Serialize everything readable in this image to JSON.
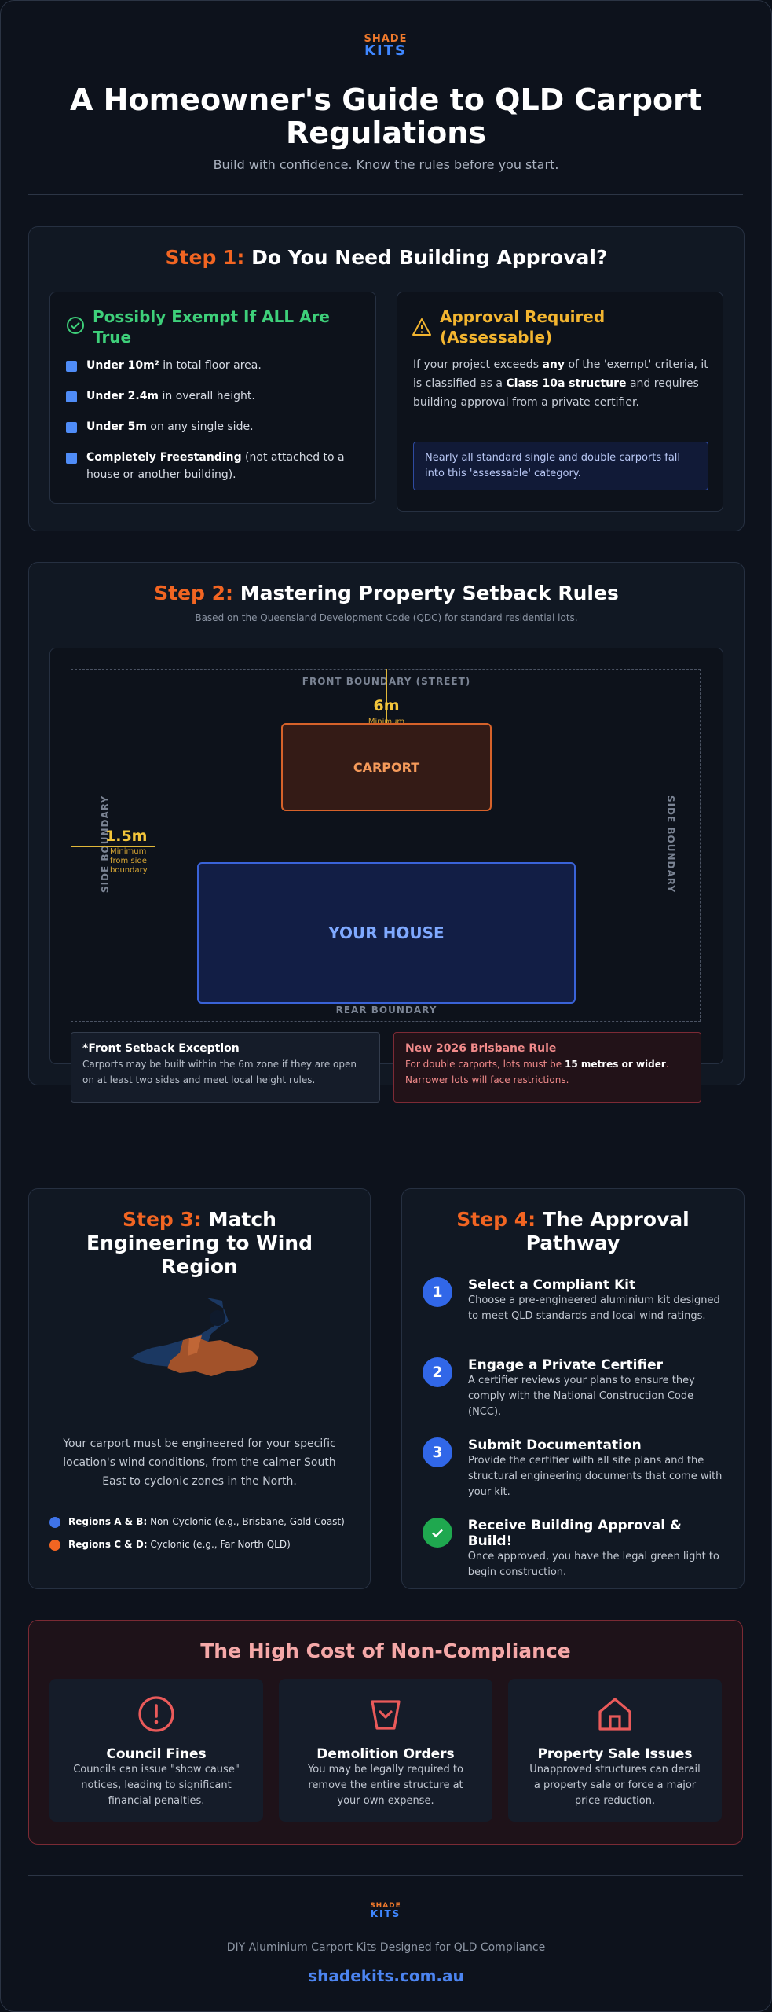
{
  "header": {
    "logo_top": "SHADE",
    "logo_bottom": "KITS",
    "title": "A Homeowner's Guide to QLD Carport Regulations",
    "subtitle": "Build with confidence. Know the rules before you start."
  },
  "step1": {
    "prefix": "Step 1:",
    "title": "Do You Need Building Approval?",
    "exempt": {
      "title": "Possibly Exempt If ALL Are True",
      "items": [
        {
          "bold": "Under 10m²",
          "rest": " in total floor area."
        },
        {
          "bold": "Under 2.4m",
          "rest": " in overall height."
        },
        {
          "bold": "Under 5m",
          "rest": " on any single side."
        },
        {
          "bold": "Completely Freestanding",
          "rest": " (not attached to a house or another building)."
        }
      ]
    },
    "approval": {
      "title": "Approval Required (Assessable)",
      "p1": "If your project exceeds ",
      "p_any": "any",
      "p2": " of the 'exempt' criteria, it is classified as a ",
      "p_class": "Class 10a structure",
      "p3": " and requires building approval from a private certifier.",
      "note": "Nearly all standard single and double carports fall into this 'assessable' category."
    }
  },
  "step2": {
    "prefix": "Step 2:",
    "title": "Mastering Property Setback Rules",
    "subtitle": "Based on the Queensland Development Code (QDC) for standard residential lots.",
    "front_label": "FRONT BOUNDARY (STREET)",
    "rear_label": "REAR BOUNDARY",
    "side_label_left": "SIDE BOUNDARY",
    "side_label_right": "SIDE BOUNDARY",
    "front_dist": "6m",
    "front_dist_note": "Minimum from front boundary*",
    "side_dist": "1.5m",
    "side_dist_note": "Minimum from side boundary",
    "carport": "CARPORT",
    "house": "YOUR HOUSE",
    "exception_title": "*Front Setback Exception",
    "exception_text": "Carports may be built within the 6m zone if they are open on at least two sides and meet local height rules.",
    "rule_title": "New 2026 Brisbane Rule",
    "rule_text1": "For double carports, lots must be ",
    "rule_bold": "15 metres or wider",
    "rule_text2": ". Narrower lots will face restrictions."
  },
  "step3": {
    "prefix": "Step 3:",
    "title": "Match Engineering to Wind Region",
    "text": "Your carport must be engineered for your specific location's wind conditions, from the calmer South East to cyclonic zones in the North.",
    "legend": [
      {
        "bold": "Regions A & B:",
        "rest": " Non-Cyclonic (e.g., Brisbane, Gold Coast)",
        "color": "#3f73e8"
      },
      {
        "bold": "Regions C & D:",
        "rest": " Cyclonic (e.g., Far North QLD)",
        "color": "#f26522"
      }
    ]
  },
  "step4": {
    "prefix": "Step 4:",
    "title": "The Approval Pathway",
    "steps": [
      {
        "num": "1",
        "title": "Select a Compliant Kit",
        "text": "Choose a pre-engineered aluminium kit designed to meet QLD standards and local wind ratings."
      },
      {
        "num": "2",
        "title": "Engage a Private Certifier",
        "text": "A certifier reviews your plans to ensure they comply with the National Construction Code (NCC)."
      },
      {
        "num": "3",
        "title": "Submit Documentation",
        "text": "Provide the certifier with all site plans and the structural engineering documents that come with your kit."
      },
      {
        "num": "",
        "title": "Receive Building Approval & Build!",
        "text": "Once approved, you have the legal green light to begin construction."
      }
    ]
  },
  "cost": {
    "title": "The High Cost of Non-Compliance",
    "items": [
      {
        "title": "Council Fines",
        "text": "Councils can issue \"show cause\" notices, leading to significant financial penalties."
      },
      {
        "title": "Demolition Orders",
        "text": "You may be legally required to remove the entire structure at your own expense."
      },
      {
        "title": "Property Sale Issues",
        "text": "Unapproved structures can derail a property sale or force a major price reduction."
      }
    ]
  },
  "footer": {
    "tagline": "DIY Aluminium Carport Kits Designed for QLD Compliance",
    "url": "shadekits.com.au"
  }
}
